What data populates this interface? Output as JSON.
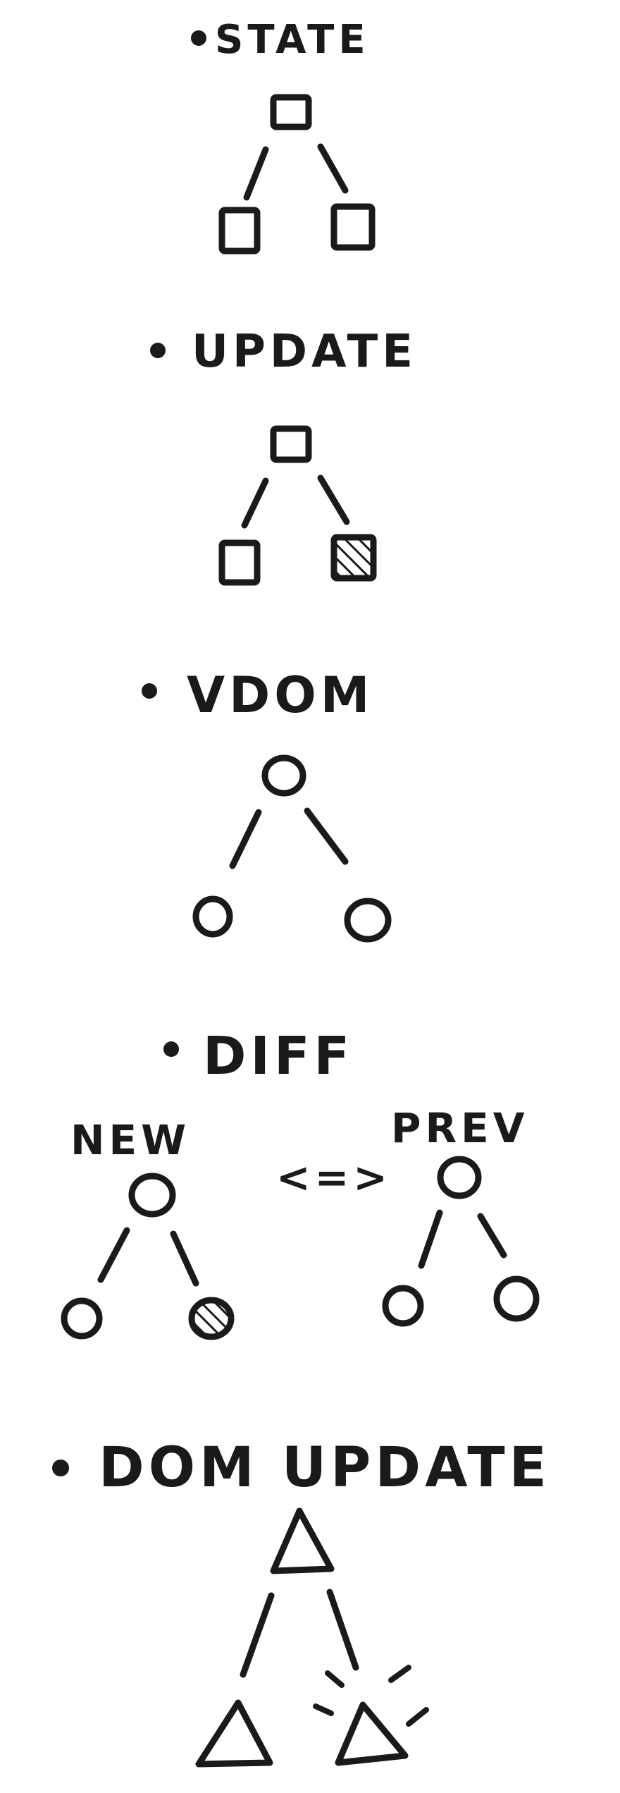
{
  "ink_color": "#1a1a1a",
  "background_color": "#ffffff",
  "sections": [
    {
      "title": "STATE",
      "node_shape": "square",
      "changed_child": "none"
    },
    {
      "title": "UPDATE",
      "node_shape": "square",
      "changed_child": "right"
    },
    {
      "title": "VDOM",
      "node_shape": "circle",
      "changed_child": "none"
    },
    {
      "title": "DIFF",
      "node_shape": "circle",
      "changed_child": "new-right"
    },
    {
      "title": "DOM UPDATE",
      "node_shape": "triangle",
      "changed_child": "right"
    }
  ],
  "diff": {
    "new_label": "NEW",
    "prev_label": "PREV",
    "compare_symbol": "<=>"
  }
}
